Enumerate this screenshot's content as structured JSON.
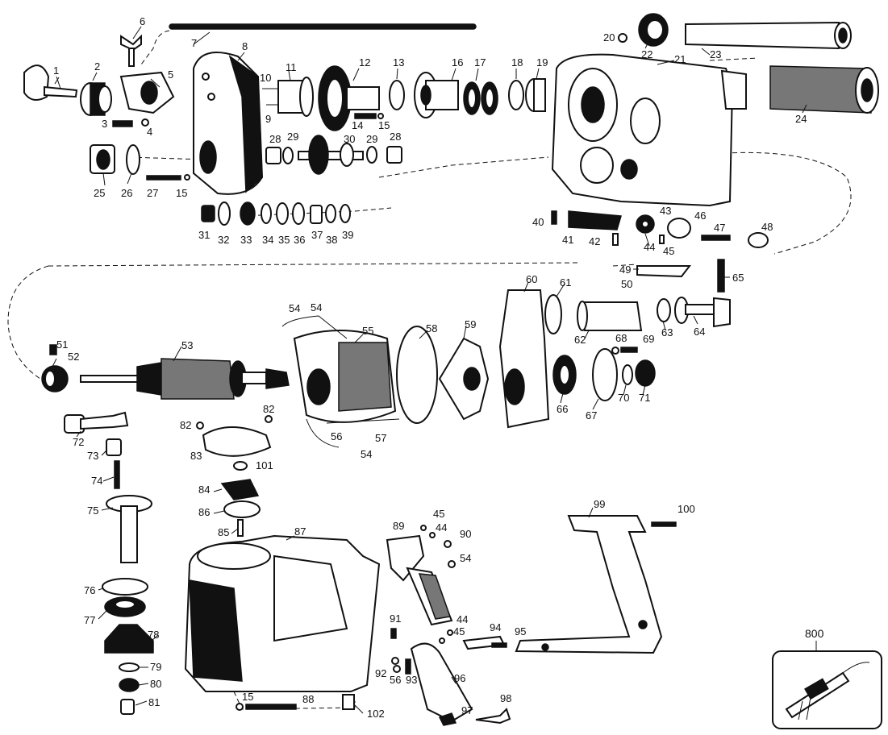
{
  "diagram": {
    "type": "exploded-parts-view",
    "callouts": [
      "1",
      "2",
      "3",
      "4",
      "5",
      "6",
      "7",
      "8",
      "9",
      "10",
      "11",
      "12",
      "13",
      "14",
      "15",
      "16",
      "17",
      "18",
      "19",
      "20",
      "21",
      "22",
      "23",
      "24",
      "25",
      "26",
      "27",
      "15",
      "28",
      "29",
      "30",
      "29",
      "28",
      "31",
      "32",
      "33",
      "34",
      "35",
      "36",
      "37",
      "38",
      "39",
      "40",
      "41",
      "42",
      "43",
      "44",
      "45",
      "46",
      "47",
      "48",
      "49",
      "50",
      "65",
      "51",
      "52",
      "53",
      "54",
      "55",
      "56",
      "57",
      "58",
      "59",
      "60",
      "61",
      "62",
      "63",
      "64",
      "66",
      "67",
      "68",
      "69",
      "70",
      "71",
      "72",
      "73",
      "74",
      "75",
      "76",
      "77",
      "78",
      "79",
      "80",
      "81",
      "82",
      "82",
      "83",
      "101",
      "84",
      "86",
      "85",
      "87",
      "54",
      "54",
      "15",
      "88",
      "102",
      "89",
      "45",
      "44",
      "90",
      "54",
      "91",
      "44",
      "45",
      "92",
      "56",
      "93",
      "94",
      "95",
      "96",
      "97",
      "98",
      "99",
      "100",
      "800"
    ]
  }
}
